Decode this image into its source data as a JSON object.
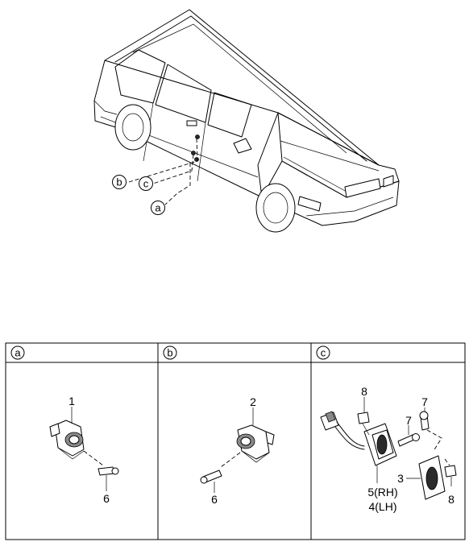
{
  "callouts": {
    "a": "a",
    "b": "b",
    "c": "c"
  },
  "panels": [
    {
      "id": "a",
      "header": "a",
      "labels": {
        "part": "1",
        "screw": "6"
      }
    },
    {
      "id": "b",
      "header": "b",
      "labels": {
        "part": "2",
        "screw": "6"
      }
    },
    {
      "id": "c",
      "header": "c",
      "labels": {
        "clip_top": "8",
        "bolt_right": "7",
        "bolt_mid": "7",
        "cover": "3",
        "switch_rh": "5(RH)",
        "switch_lh": "4(LH)",
        "clip_bottom": "8"
      }
    }
  ]
}
